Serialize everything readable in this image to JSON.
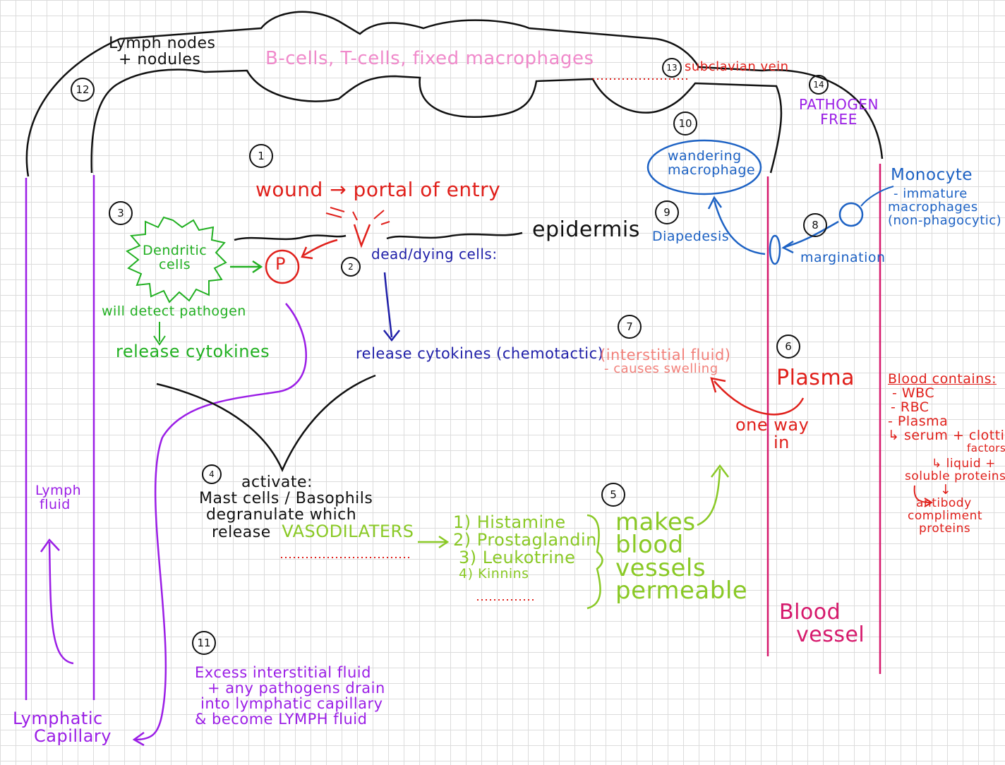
{
  "colors": {
    "black": "#111111",
    "pink": "#f08acb",
    "red": "#e0201b",
    "green": "#22b022",
    "darkblue": "#1f1fa8",
    "blue": "#1d62c4",
    "purple": "#9b1ee6",
    "lime": "#8ac926",
    "salmon": "#f2807a",
    "magenta": "#d6196c"
  },
  "steps": {
    "s1": "1",
    "s2": "2",
    "s3": "3",
    "s4": "4",
    "s5": "5",
    "s6": "6",
    "s7": "7",
    "s8": "8",
    "s9": "9",
    "s10": "10",
    "s11": "11",
    "s12": "12",
    "s13": "13",
    "s14": "14"
  },
  "lymph_nodes": {
    "line1": "Lymph nodes",
    "line2": "+ nodules"
  },
  "cells_header": "B-cells, T-cells, fixed macrophages",
  "subclavian": "subclavian vein",
  "pathogen_free": {
    "line1": "PATHOGEN",
    "line2": "FREE"
  },
  "wound": "wound → portal of entry",
  "epidermis": "epidermis",
  "pathogen_symbol": "P",
  "dendritic": {
    "line1": "Dendritic",
    "line2": "cells"
  },
  "detect": "will detect pathogen",
  "release_cytokines_left": "release cytokines",
  "dead_cells": "dead/dying cells:",
  "release_cytokines_mid": "release cytokines (chemotactic)",
  "wandering": {
    "line1": "wandering",
    "line2": "macrophage"
  },
  "diapedesis": "Diapedesis",
  "margination": "margination",
  "monocyte": {
    "title": "Monocyte",
    "line1": "- immature",
    "line2": "macrophages",
    "line3": "(non-phagocytic)"
  },
  "interstitial": {
    "line1": "(interstitial fluid)",
    "line2": "- causes swelling"
  },
  "plasma": "Plasma",
  "one_way": {
    "line1": "one way",
    "line2": "in"
  },
  "activate": {
    "line1": "activate:",
    "line2": "Mast cells / Basophils",
    "line3": "degranulate which",
    "release_word": "release",
    "vasodilaters": "VASODILATERS"
  },
  "mediators": {
    "m1": "1) Histamine",
    "m2": "2) Prostaglandin",
    "m3": "3) Leukotrine",
    "m4": "4) Kinnins"
  },
  "permeable": {
    "line1": "makes",
    "line2": "blood",
    "line3": "vessels",
    "line4": "permeable"
  },
  "blood_contains": {
    "title": "Blood contains:",
    "wbc": "- WBC",
    "rbc": "- RBC",
    "plasma": "- Plasma",
    "serum": "↳ serum + clotting",
    "factors": "factors",
    "liquid": "↳ liquid +",
    "soluble": "soluble proteins",
    "down_arrow": "↓",
    "antibody": "antibody",
    "compliment": "compliment",
    "proteins": "proteins"
  },
  "blood_vessel": {
    "line1": "Blood",
    "line2": "vessel"
  },
  "lymph_fluid": {
    "line1": "Lymph",
    "line2": "fluid"
  },
  "lymphatic_capillary": {
    "line1": "Lymphatic",
    "line2": "Capillary"
  },
  "excess": {
    "line1": "Excess interstitial fluid",
    "line2": "+ any pathogens drain",
    "line3": "into lymphatic capillary",
    "line4": "& become LYMPH fluid"
  }
}
